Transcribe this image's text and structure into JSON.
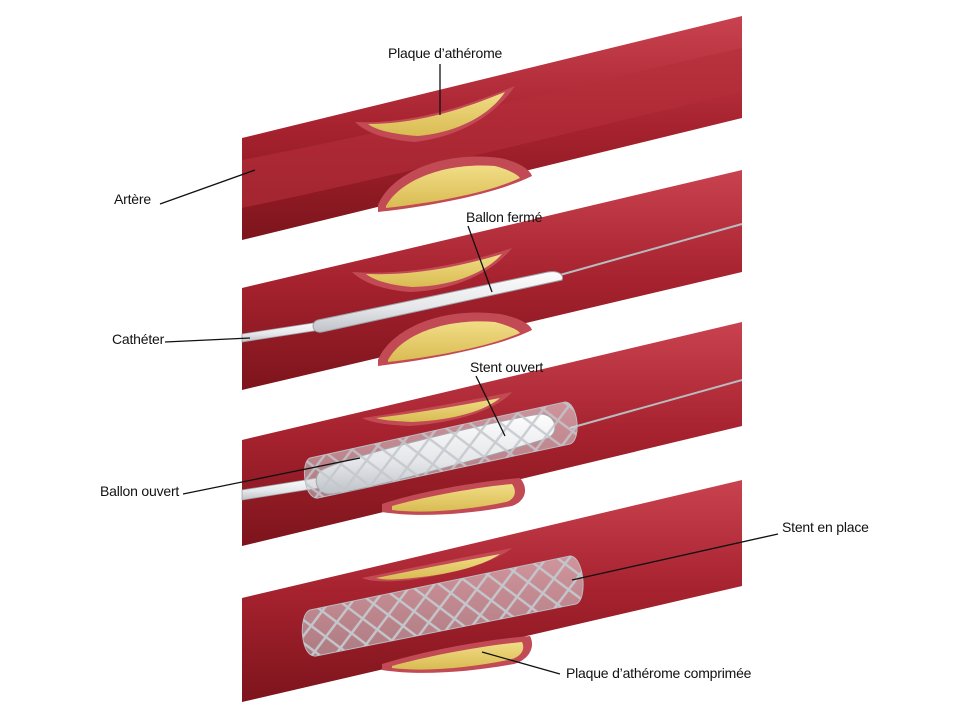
{
  "labels": {
    "plaque_atherome": "Plaque d’athérome",
    "artere": "Artère",
    "ballon_ferme": "Ballon fermé",
    "catheter": "Cathéter",
    "stent_ouvert": "Stent ouvert",
    "ballon_ouvert": "Ballon ouvert",
    "stent_en_place": "Stent en place",
    "plaque_comprimee": "Plaque d’athérome comprimée"
  },
  "colors": {
    "artery_outer": "#8e1a22",
    "artery_inner": "#c23a47",
    "artery_mid": "#a9242f",
    "plaque_fill": "#e6cf70",
    "plaque_rim": "#b84a55",
    "balloon": "#eef0f2",
    "stent_wire": "#c8cbd0",
    "catheter": "#e9eaec",
    "leader": "#111111"
  }
}
